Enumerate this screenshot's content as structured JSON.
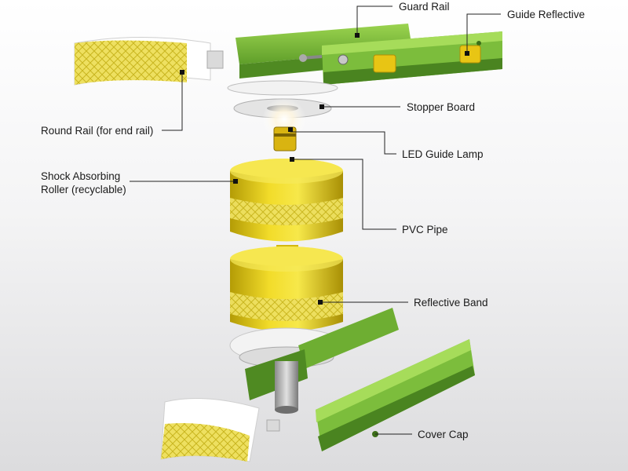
{
  "labels": {
    "guard_rail": "Guard Rail",
    "guide_reflective": "Guide Reflective",
    "stopper_board": "Stopper Board",
    "round_rail": "Round Rail (for end rail)",
    "led_guide_lamp": "LED Guide Lamp",
    "shock_roller_line1": "Shock Absorbing",
    "shock_roller_line2": "Roller (recyclable)",
    "pvc_pipe": "PVC Pipe",
    "reflective_band": "Reflective Band",
    "cover_cap": "Cover Cap"
  },
  "colors": {
    "rail_green": "#7cbd3c",
    "rail_dark": "#4f8a22",
    "roller_yellow": "#e8d21c",
    "roller_shadow": "#b9a20a",
    "band_yellow": "#f1e56a",
    "leader": "#222222"
  }
}
